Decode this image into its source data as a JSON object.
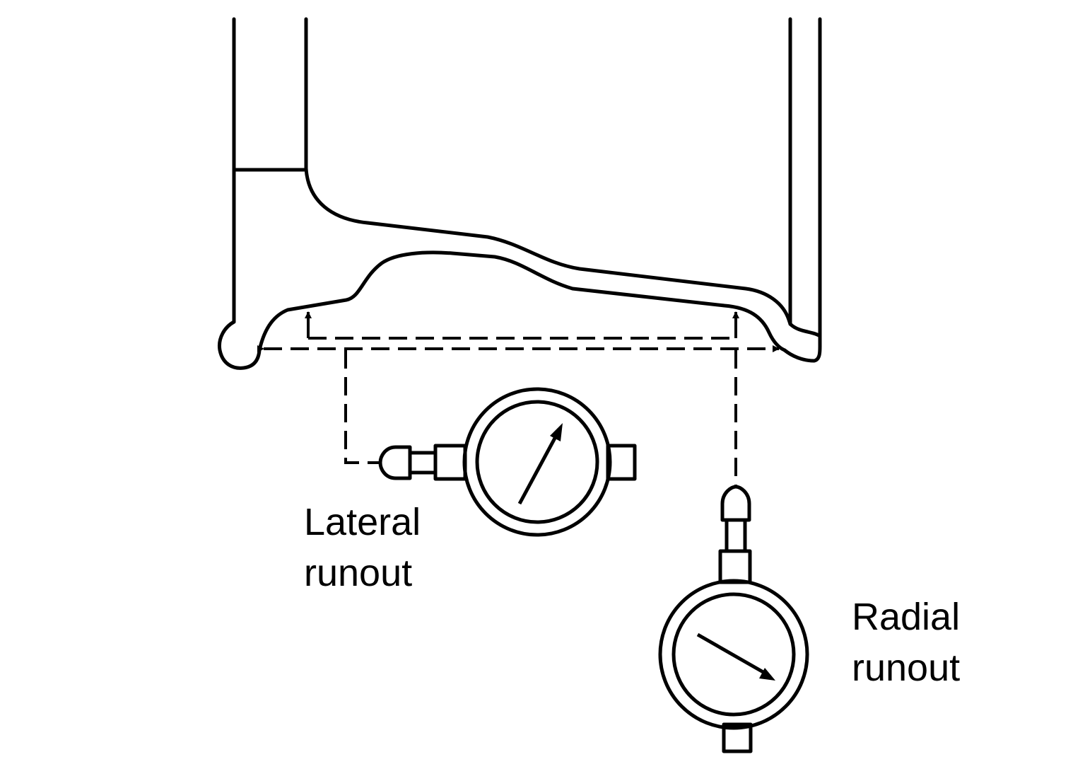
{
  "labels": {
    "lateral_line1": "Lateral",
    "lateral_line2": "runout",
    "radial_line1": "Radial",
    "radial_line2": "runout"
  },
  "colors": {
    "ink": "#000000",
    "background": "#ffffff"
  }
}
